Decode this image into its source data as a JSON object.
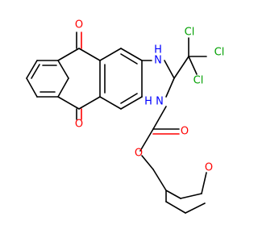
{
  "molecule": {
    "atoms": {
      "o_top": "O",
      "o_bottom": "O",
      "nh_left": "H",
      "nh_left_n": "N",
      "cl1": "Cl",
      "cl2": "Cl",
      "cl3": "Cl",
      "nh_right_h": "H",
      "nh_right_n": "N",
      "o_carbonyl": "O",
      "o_ester": "O",
      "o_ring": "O"
    }
  },
  "colors": {
    "oxygen": "#ff0000",
    "nitrogen": "#0000ff",
    "chlorine": "#00a000",
    "bond": "#000000"
  }
}
